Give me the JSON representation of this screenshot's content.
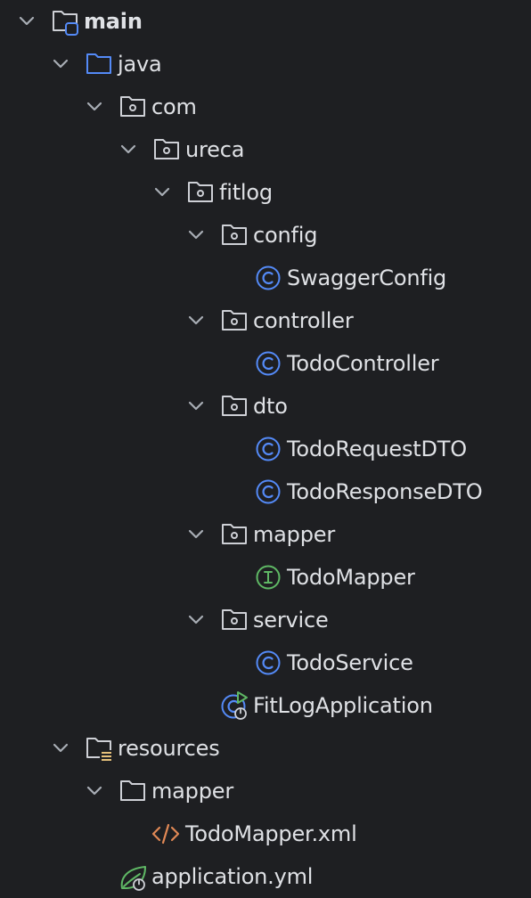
{
  "colors": {
    "background": "#1e1f22",
    "text": "#dfe1e5",
    "chevron": "#a8adb5",
    "folder_gray": "#ced0d6",
    "folder_source": "#548af7",
    "class_icon": "#548af7",
    "interface_icon": "#5fb865",
    "xml_icon": "#e08855",
    "spring_icon": "#5fb865"
  },
  "tree": {
    "items": [
      {
        "label": "main",
        "icon": "module-folder-icon",
        "expanded": true
      },
      {
        "label": "java",
        "icon": "source-folder-icon",
        "expanded": true
      },
      {
        "label": "com",
        "icon": "package-folder-icon",
        "expanded": true
      },
      {
        "label": "ureca",
        "icon": "package-folder-icon",
        "expanded": true
      },
      {
        "label": "fitlog",
        "icon": "package-folder-icon",
        "expanded": true
      },
      {
        "label": "config",
        "icon": "package-folder-icon",
        "expanded": true
      },
      {
        "label": "SwaggerConfig",
        "icon": "class-icon"
      },
      {
        "label": "controller",
        "icon": "package-folder-icon",
        "expanded": true
      },
      {
        "label": "TodoController",
        "icon": "class-icon"
      },
      {
        "label": "dto",
        "icon": "package-folder-icon",
        "expanded": true
      },
      {
        "label": "TodoRequestDTO",
        "icon": "class-icon"
      },
      {
        "label": "TodoResponseDTO",
        "icon": "class-icon"
      },
      {
        "label": "mapper",
        "icon": "package-folder-icon",
        "expanded": true
      },
      {
        "label": "TodoMapper",
        "icon": "interface-icon"
      },
      {
        "label": "service",
        "icon": "package-folder-icon",
        "expanded": true
      },
      {
        "label": "TodoService",
        "icon": "class-icon"
      },
      {
        "label": "FitLogApplication",
        "icon": "spring-boot-application-icon"
      },
      {
        "label": "resources",
        "icon": "resources-folder-icon",
        "expanded": true
      },
      {
        "label": "mapper",
        "icon": "folder-icon",
        "expanded": true
      },
      {
        "label": "TodoMapper.xml",
        "icon": "xml-file-icon"
      },
      {
        "label": "application.yml",
        "icon": "spring-config-icon"
      }
    ]
  }
}
